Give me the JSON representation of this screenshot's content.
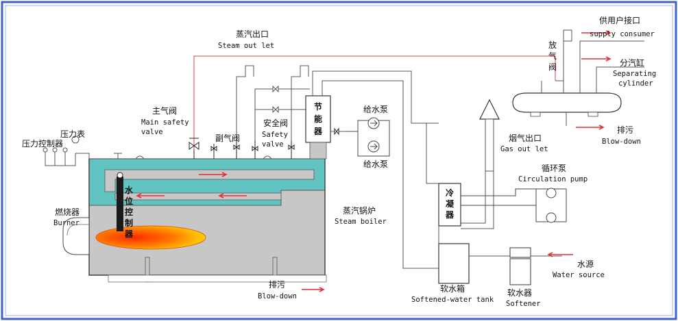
{
  "labels": {
    "steam_outlet_cn": "蒸汽出口",
    "steam_outlet_en": "Steam out let",
    "supply_consumer_cn": "供用户接口",
    "supply_consumer_en": "supply consumer",
    "vent_valve_cn": [
      "放",
      "气",
      "阀"
    ],
    "separating_cylinder_cn": "分汽缸",
    "separating_cylinder_en_1": "Separating",
    "separating_cylinder_en_2": "cylinder",
    "blowdown_right_cn": "排污",
    "blowdown_right_en": "Blow-down",
    "main_valve_cn": "主气阀",
    "main_valve_en_1": "Main safety",
    "main_valve_en_2": "valve",
    "aux_valve_cn": "副气阀",
    "safety_valve_cn": "安全阀",
    "safety_valve_en_1": "Safety",
    "safety_valve_en_2": "valve",
    "economizer_cn": [
      "节",
      "能",
      "器"
    ],
    "feed_pump_top_cn": "给水泵",
    "feed_pump_bottom_cn": "给水泵",
    "flue_outlet_cn": "烟气出口",
    "flue_outlet_en": "Gas out let",
    "pressure_gauge_cn": "压力表",
    "pressure_controller_cn": "压力控制器",
    "water_level_ctrl_cn": [
      "水",
      "位",
      "控",
      "制",
      "器"
    ],
    "burner_cn": "燃烧器",
    "burner_en": "Burner",
    "steam_boiler_cn": "蒸汽锅炉",
    "steam_boiler_en": "Steam boiler",
    "condenser_cn": [
      "冷",
      "凝",
      "器"
    ],
    "circulation_pump_cn": "循环泵",
    "circulation_pump_en": "Circulation pump",
    "softened_tank_cn": "软水箱",
    "softened_tank_en": "Softened-water tank",
    "softener_cn": "软水器",
    "softener_en": "Softener",
    "water_source_cn": "水源",
    "water_source_en": "Water source",
    "blowdown_bottom_cn": "排污",
    "blowdown_bottom_en": "Blow-down"
  },
  "colors": {
    "border_blue": "#3f62c8",
    "steam_line": "#d9434a",
    "pipe": "#7a7a7a",
    "water": "#62c4c2",
    "boiler_body": "#c7c7c7",
    "flow_arrow": "#e03038",
    "level_bar": "#1a1a1a"
  }
}
